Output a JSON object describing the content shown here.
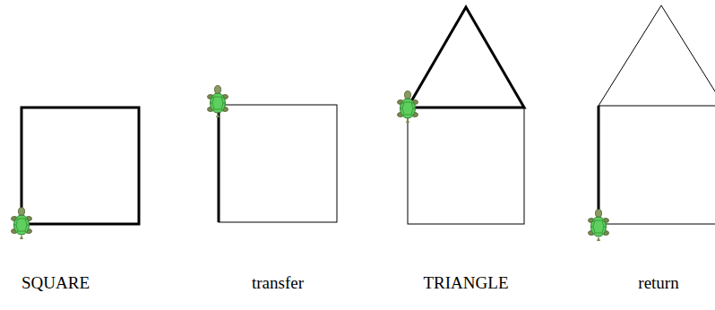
{
  "diagram": {
    "labels": [
      "SQUARE",
      "transfer",
      "TRIANGLE",
      "return"
    ]
  }
}
